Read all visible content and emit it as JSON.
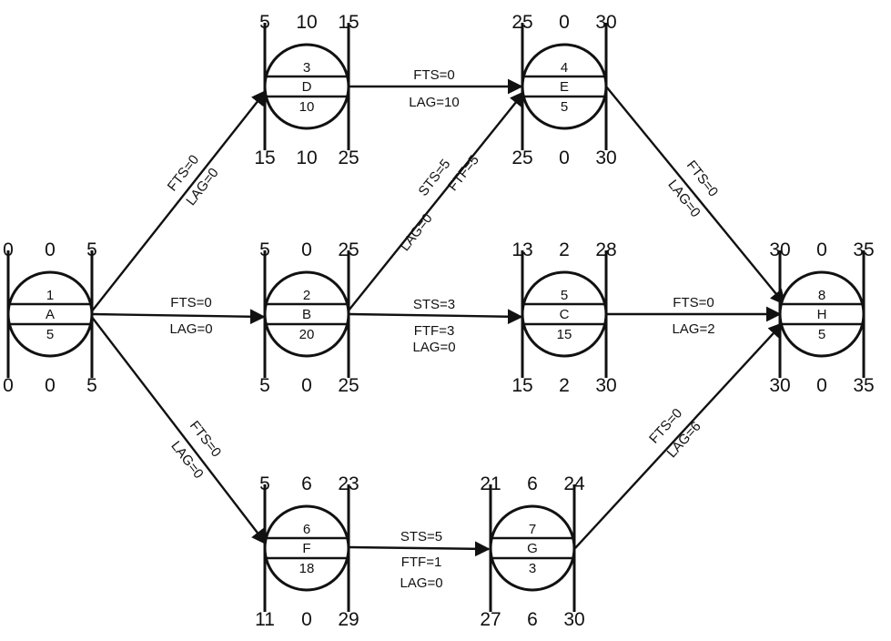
{
  "nodes": [
    {
      "key": "A",
      "code": "1",
      "name": "A",
      "duration": "5",
      "es": "0",
      "ff": "0",
      "ef": "5",
      "ls": "0",
      "tf": "0",
      "lf": "5"
    },
    {
      "key": "D",
      "code": "3",
      "name": "D",
      "duration": "10",
      "es": "5",
      "ff": "10",
      "ef": "15",
      "ls": "15",
      "tf": "10",
      "lf": "25"
    },
    {
      "key": "E",
      "code": "4",
      "name": "E",
      "duration": "5",
      "es": "25",
      "ff": "0",
      "ef": "30",
      "ls": "25",
      "tf": "0",
      "lf": "30"
    },
    {
      "key": "B",
      "code": "2",
      "name": "B",
      "duration": "20",
      "es": "5",
      "ff": "0",
      "ef": "25",
      "ls": "5",
      "tf": "0",
      "lf": "25"
    },
    {
      "key": "C",
      "code": "5",
      "name": "C",
      "duration": "15",
      "es": "13",
      "ff": "2",
      "ef": "28",
      "ls": "15",
      "tf": "2",
      "lf": "30"
    },
    {
      "key": "H",
      "code": "8",
      "name": "H",
      "duration": "5",
      "es": "30",
      "ff": "0",
      "ef": "35",
      "ls": "30",
      "tf": "0",
      "lf": "35"
    },
    {
      "key": "F",
      "code": "6",
      "name": "F",
      "duration": "18",
      "es": "5",
      "ff": "6",
      "ef": "23",
      "ls": "11",
      "tf": "0",
      "lf": "29"
    },
    {
      "key": "G",
      "code": "7",
      "name": "G",
      "duration": "3",
      "es": "21",
      "ff": "6",
      "ef": "24",
      "ls": "27",
      "tf": "6",
      "lf": "30"
    }
  ],
  "edges": [
    {
      "key": "A-D",
      "labels": [
        "FTS=0",
        "LAG=0"
      ]
    },
    {
      "key": "A-B",
      "labels": [
        "FTS=0",
        "LAG=0"
      ]
    },
    {
      "key": "A-F",
      "labels": [
        "FTS=0",
        "LAG=0"
      ]
    },
    {
      "key": "D-E",
      "labels": [
        "FTS=0",
        "LAG=10"
      ]
    },
    {
      "key": "B-E",
      "labels": [
        "STS=5",
        "LAG=0",
        "FTF=5"
      ]
    },
    {
      "key": "B-C",
      "labels": [
        "STS=3",
        "FTF=3",
        "LAG=0"
      ]
    },
    {
      "key": "E-H",
      "labels": [
        "FTS=0",
        "LAG=0"
      ]
    },
    {
      "key": "C-H",
      "labels": [
        "FTS=0",
        "LAG=2"
      ]
    },
    {
      "key": "F-G",
      "labels": [
        "STS=5",
        "FTF=1",
        "LAG=0"
      ]
    },
    {
      "key": "G-H",
      "labels": [
        "FTS=0",
        "LAG=6"
      ]
    }
  ]
}
